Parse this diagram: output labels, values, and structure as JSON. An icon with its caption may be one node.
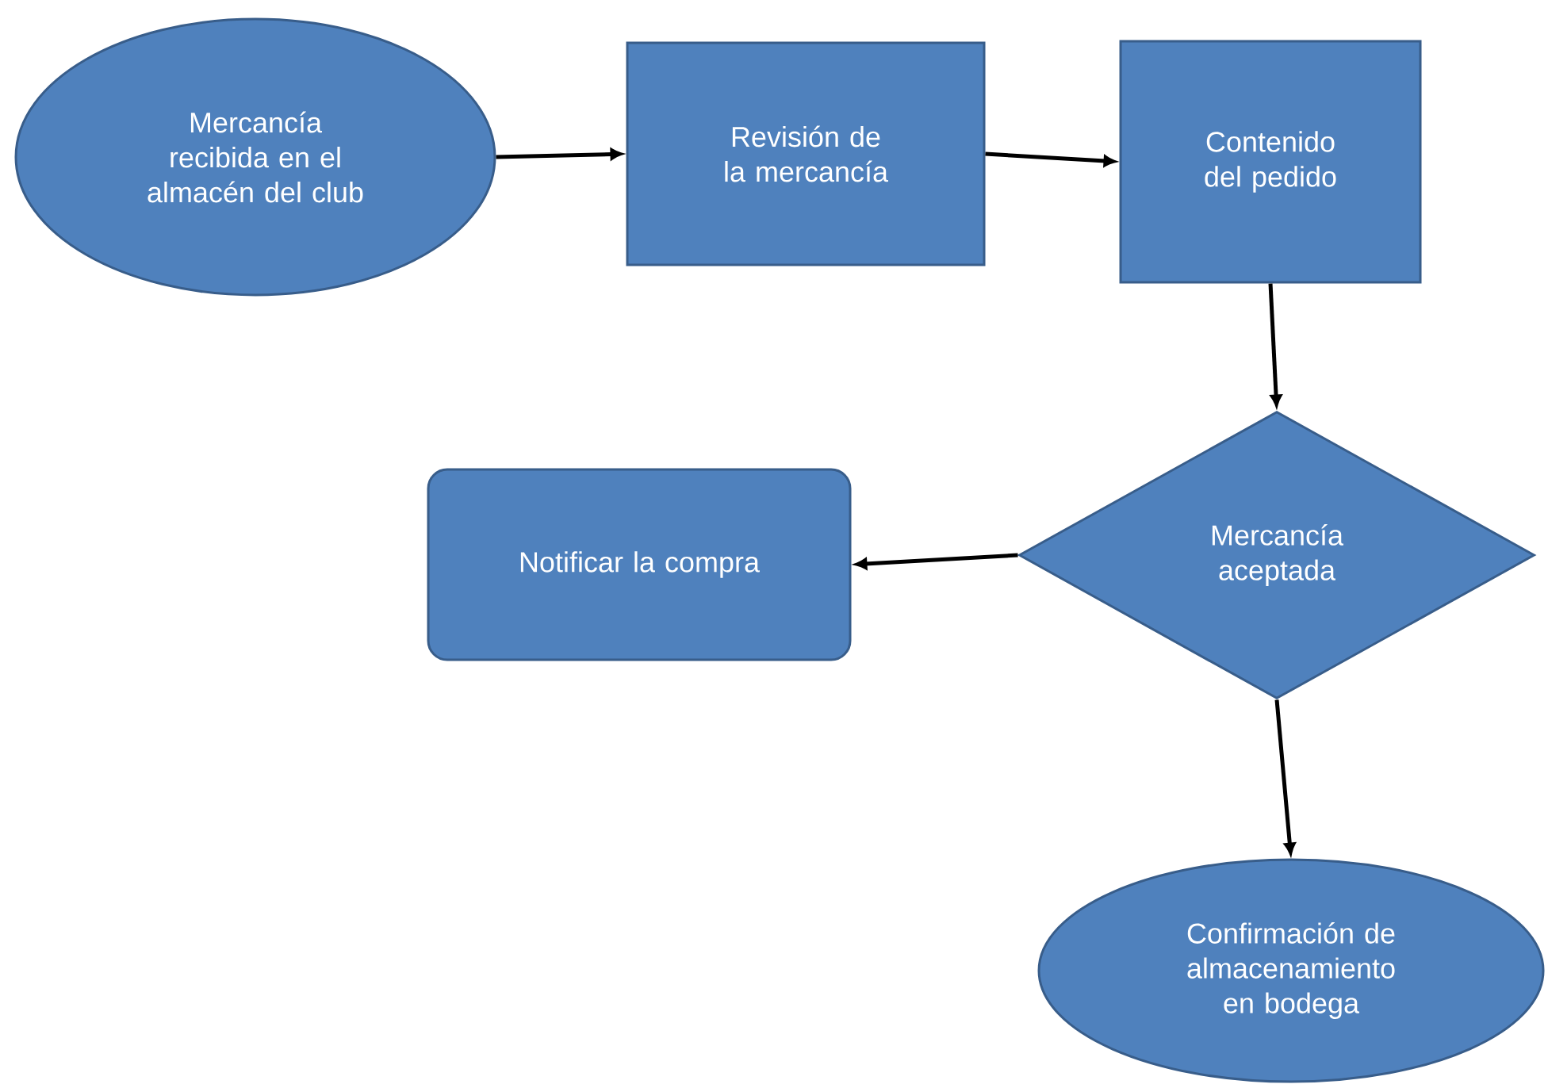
{
  "diagram": {
    "nodes": [
      {
        "text": [
          "Mercancía recibida en el almacén del club"
        ]
      },
      {
        "text": [
          "Revisión de la mercancía"
        ]
      },
      {
        "text": [
          "Contenido del pedido"
        ]
      },
      {
        "text": [
          "Mercancía aceptada"
        ]
      },
      {
        "text": [
          "Notificar la compra"
        ]
      },
      {
        "text": [
          "Confirmación de almacenamiento en bodega"
        ]
      }
    ],
    "edges": [
      {
        "from": 0,
        "to": 1,
        "arrow": "to"
      },
      {
        "from": 1,
        "to": 2,
        "arrow": "to"
      },
      {
        "from": 2,
        "to": 3,
        "arrow": "to"
      },
      {
        "from": 3,
        "to": 4,
        "arrow": "to"
      },
      {
        "from": 3,
        "to": 5,
        "arrow": "to"
      }
    ]
  }
}
